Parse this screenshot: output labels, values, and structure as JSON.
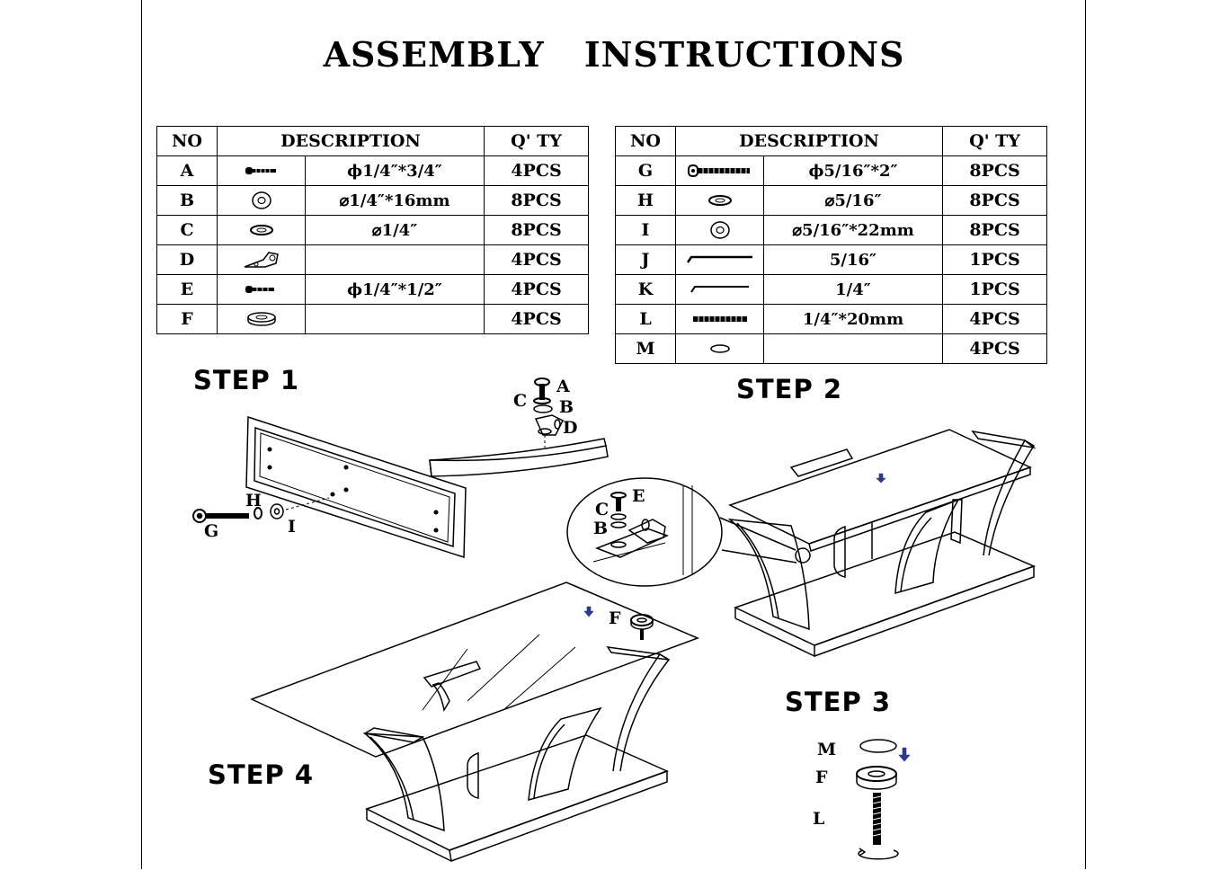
{
  "title": "ASSEMBLY   INSTRUCTIONS",
  "table_headers": {
    "no": "NO",
    "description": "DESCRIPTION",
    "qty": "Q' TY"
  },
  "left_parts": [
    {
      "no": "A",
      "icon": "screw-icon",
      "spec": "ϕ1/4″*3/4″",
      "qty": "4PCS"
    },
    {
      "no": "B",
      "icon": "washer-icon",
      "spec": "⌀1/4″*16mm",
      "qty": "8PCS"
    },
    {
      "no": "C",
      "icon": "lock-washer-icon",
      "spec": "⌀1/4″",
      "qty": "8PCS"
    },
    {
      "no": "D",
      "icon": "bracket-icon",
      "spec": "",
      "qty": "4PCS"
    },
    {
      "no": "E",
      "icon": "screw-icon",
      "spec": "ϕ1/4″*1/2″",
      "qty": "4PCS"
    },
    {
      "no": "F",
      "icon": "glass-pad-icon",
      "spec": "",
      "qty": "4PCS"
    }
  ],
  "right_parts": [
    {
      "no": "G",
      "icon": "long-bolt-icon",
      "spec": "ϕ5/16″*2″",
      "qty": "8PCS"
    },
    {
      "no": "H",
      "icon": "lock-washer-icon",
      "spec": "⌀5/16″",
      "qty": "8PCS"
    },
    {
      "no": "I",
      "icon": "washer-icon",
      "spec": "⌀5/16″*22mm",
      "qty": "8PCS"
    },
    {
      "no": "J",
      "icon": "allen-key-icon",
      "spec": "5/16″",
      "qty": "1PCS"
    },
    {
      "no": "K",
      "icon": "allen-key-icon",
      "spec": "1/4″",
      "qty": "1PCS"
    },
    {
      "no": "L",
      "icon": "threaded-rod-icon",
      "spec": "1/4″*20mm",
      "qty": "4PCS"
    },
    {
      "no": "M",
      "icon": "o-ring-icon",
      "spec": "",
      "qty": "4PCS"
    }
  ],
  "steps": {
    "step1": "STEP 1",
    "step2": "STEP 2",
    "step3": "STEP 3",
    "step4": "STEP 4"
  },
  "callouts": {
    "step1": [
      "A",
      "C",
      "B",
      "D",
      "H",
      "G",
      "I"
    ],
    "step2": [
      "E",
      "C",
      "B"
    ],
    "step3": [
      "M",
      "F",
      "L"
    ],
    "step4": [
      "F"
    ]
  }
}
